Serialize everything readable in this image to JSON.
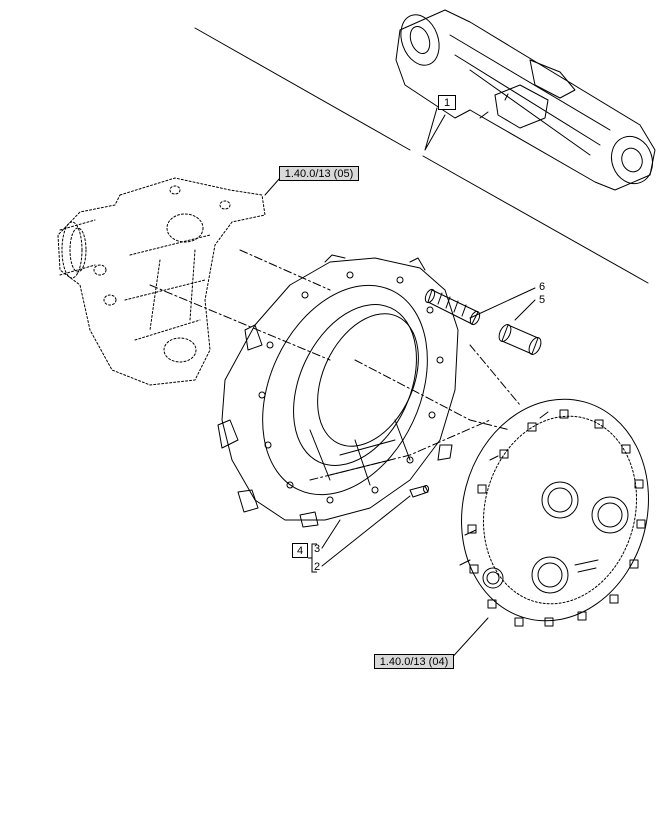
{
  "callouts": {
    "axle_item": "1",
    "ref_top": "1.40.0/13 (05)",
    "ref_bottom": "1.40.0/13 (04)",
    "kit_item": "4",
    "item_3": "3",
    "item_2": "2",
    "item_6": "6",
    "item_5": "5"
  },
  "colors": {
    "line": "#000000",
    "ref_fill": "#d9d9d9",
    "background": "#ffffff"
  }
}
